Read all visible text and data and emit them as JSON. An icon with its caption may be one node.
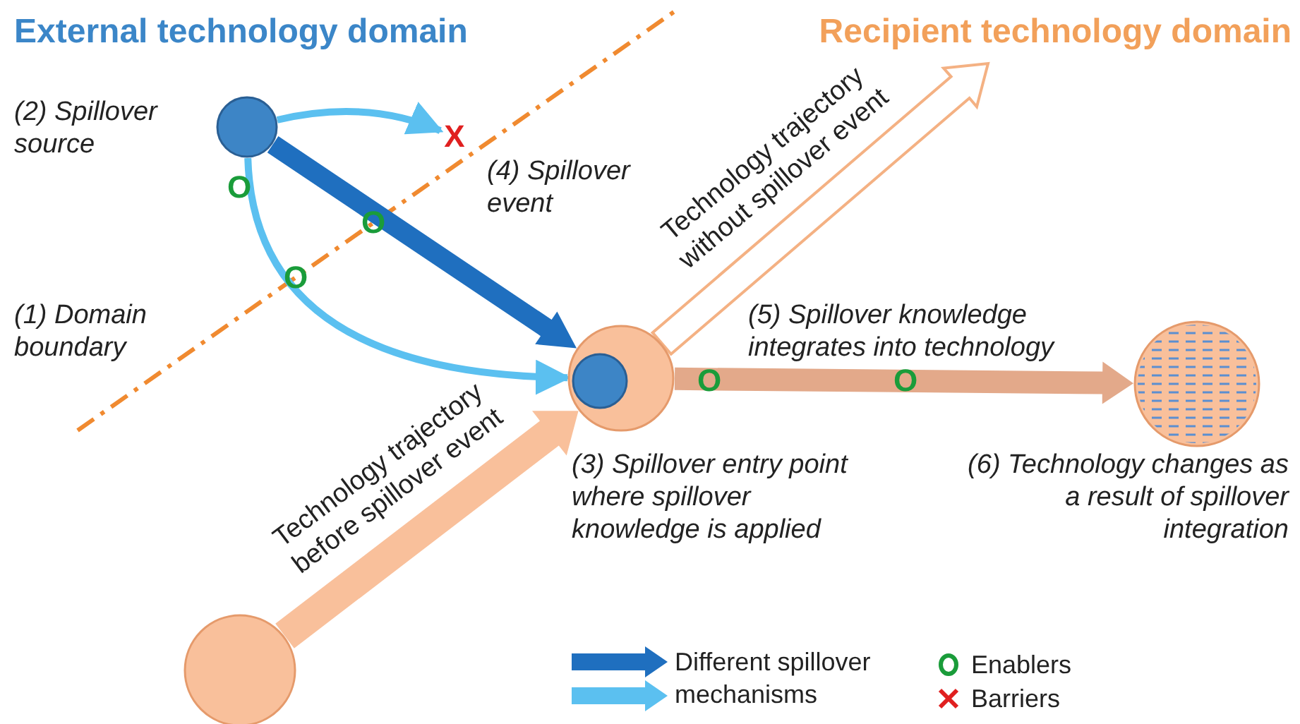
{
  "diagram": {
    "nodes": [
      {
        "text": [],
        "shape": "circle",
        "beside": [
          "(2) Spillover source"
        ]
      },
      {
        "text": [],
        "shape": "circle",
        "beside": [
          "(3) Spillover entry point where spillover knowledge is applied"
        ]
      },
      {
        "text": [],
        "shape": "circle",
        "in": 1
      },
      {
        "text": [],
        "shape": "circle"
      },
      {
        "text": [],
        "shape": "circle",
        "beside": [
          "(6) Technology changes as a result of spillover integration"
        ]
      },
      {
        "text": [
          "X"
        ]
      }
    ],
    "edges": [
      {
        "from": 0,
        "to": 5,
        "arrow": "to",
        "color": "#5bc0f0"
      },
      {
        "from": 0,
        "to": 1,
        "arrow": "to",
        "label": "(4) Spillover event",
        "style": "thick",
        "color": "#1f6fbf"
      },
      {
        "from": 0,
        "to": 1,
        "arrow": "to",
        "color": "#5bc0f0"
      },
      {
        "from": 3,
        "to": 1,
        "arrow": "to",
        "label": "Technology trajectory before spillover event",
        "style": "thick",
        "color": "#f9c09b"
      },
      {
        "from": 1,
        "to": null,
        "arrow": "to",
        "label": "Technology trajectory without spillover event",
        "style": "thick",
        "color": "#f4b183"
      },
      {
        "from": 1,
        "to": 4,
        "arrow": "to",
        "label": "(5) Spillover knowledge integrates into technology",
        "style": "thick",
        "color": "#e3a98a"
      }
    ],
    "labels": [
      "External technology domain",
      "Recipient technology domain",
      "O",
      "O",
      "O",
      "(1) Domain boundary",
      "O",
      "O"
    ],
    "legend": [
      {
        "text": "Different spillover mechanisms"
      },
      {
        "text": "Enablers"
      },
      {
        "text": "Barriers"
      }
    ]
  }
}
